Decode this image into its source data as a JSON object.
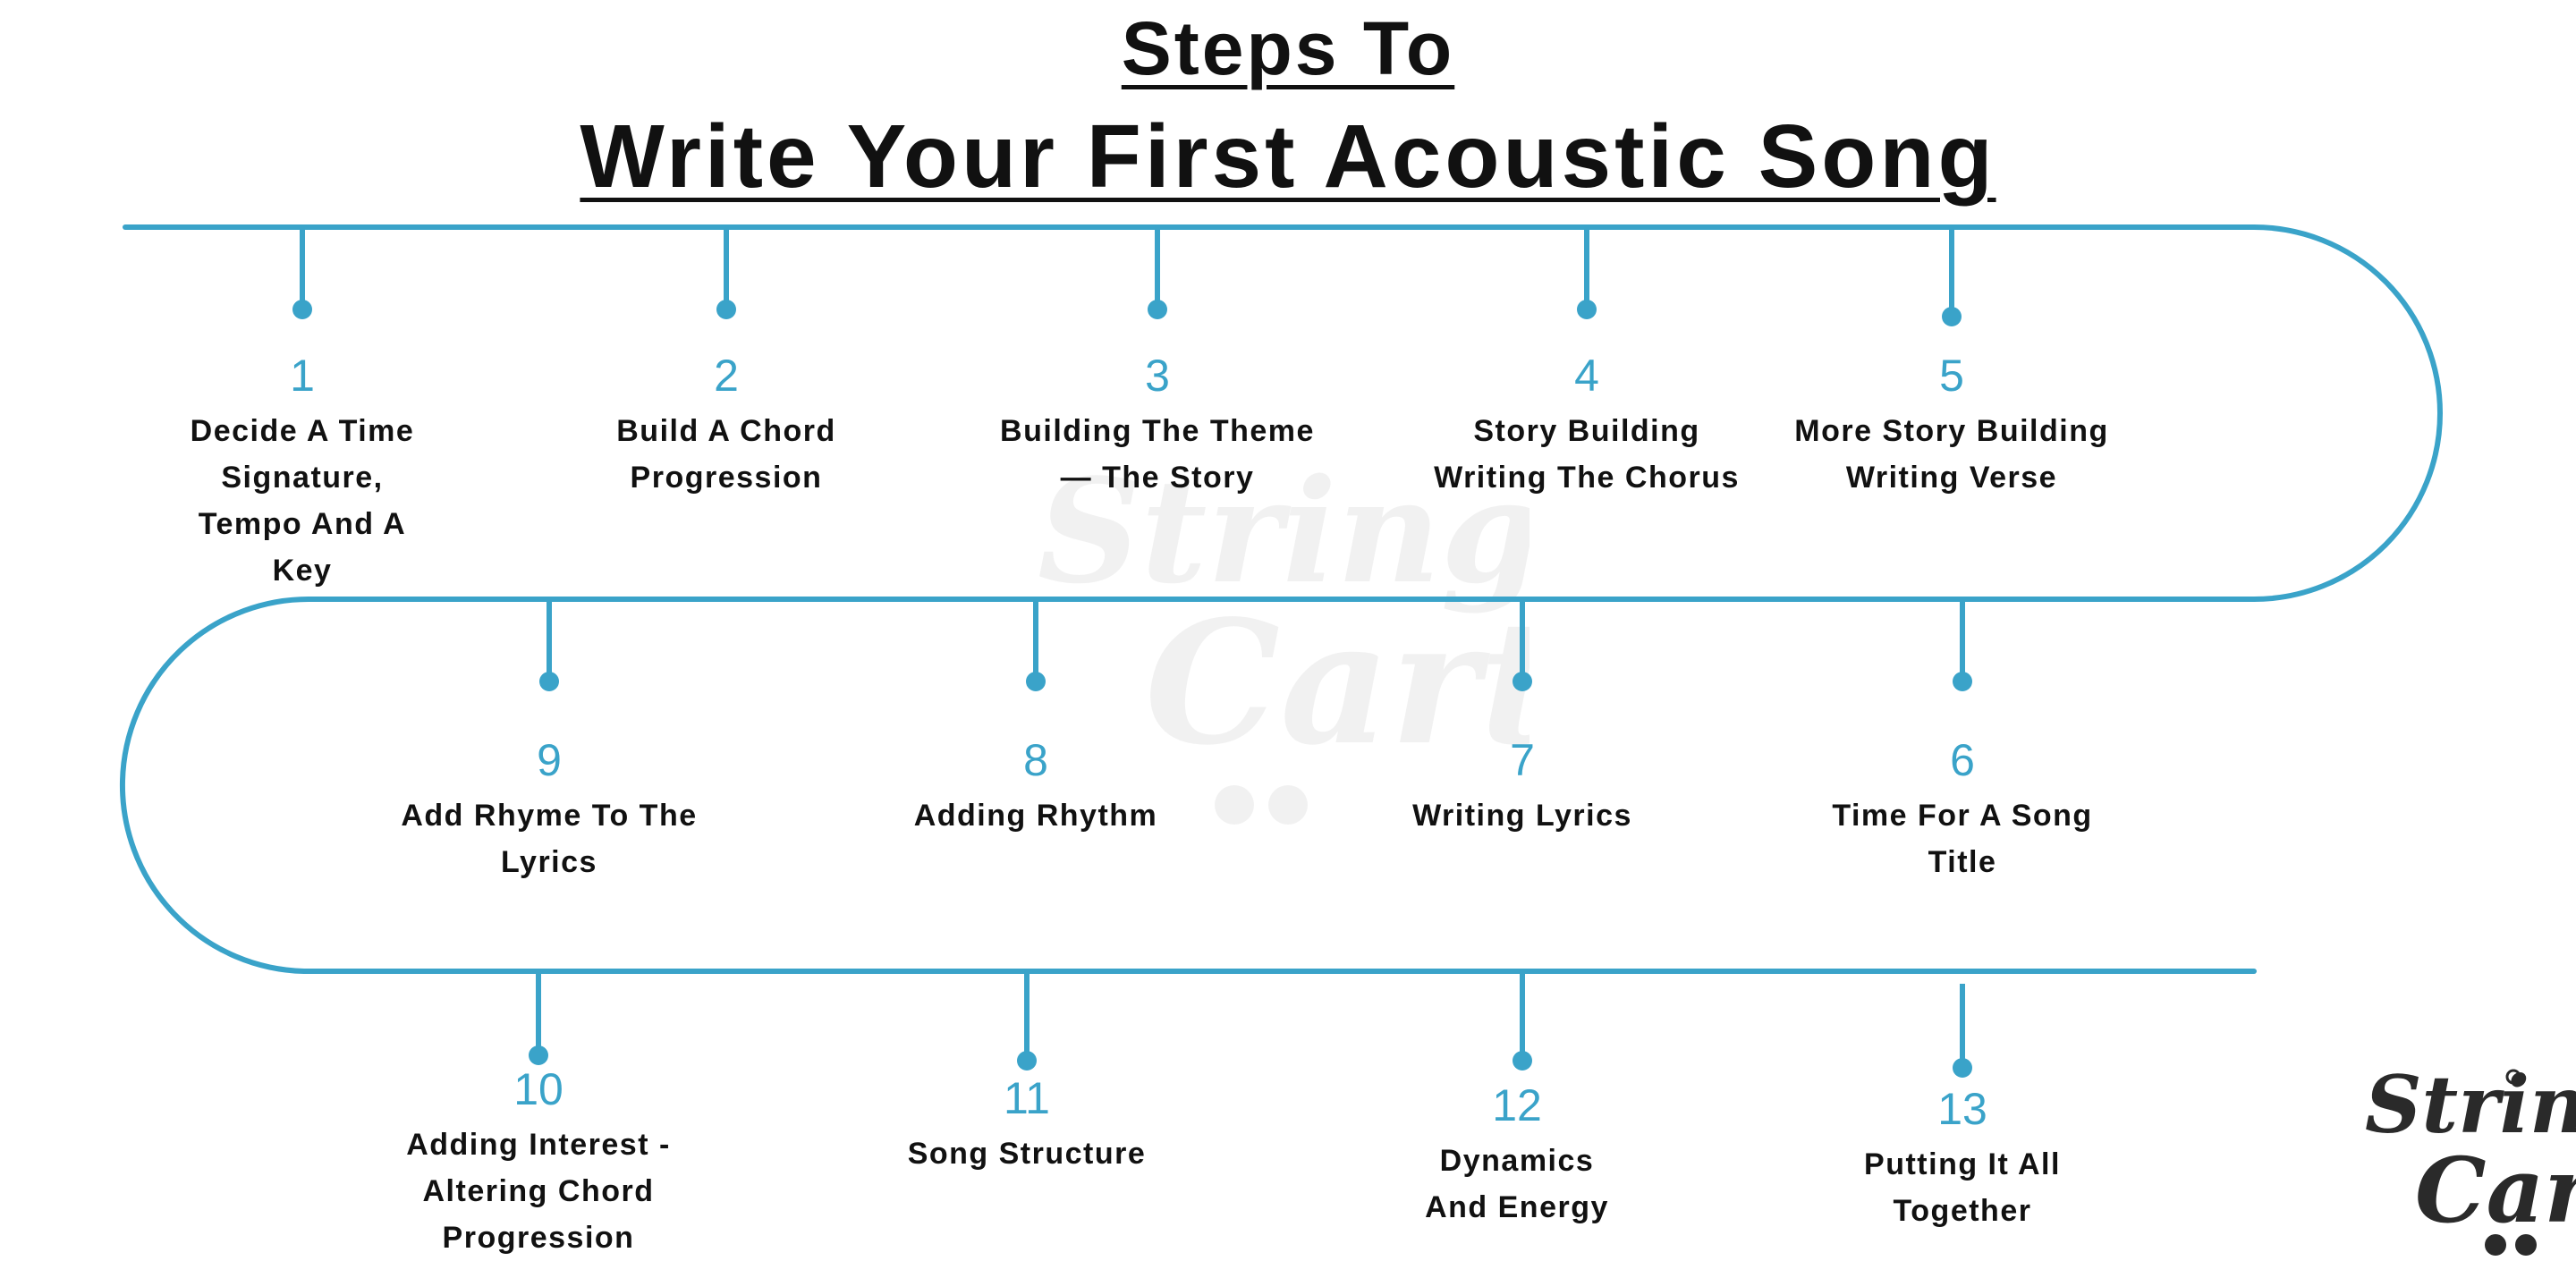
{
  "title": {
    "line1": "Steps To",
    "line2": "Write Your First Acoustic Song"
  },
  "colors": {
    "accent": "#3aa3c9",
    "text": "#111111",
    "logo": "#2a2a2a"
  },
  "steps": [
    {
      "number": "1",
      "label": "Decide A Time Signature, Tempo And A Key"
    },
    {
      "number": "2",
      "label": "Build A Chord Progression"
    },
    {
      "number": "3",
      "label": "Building The Theme — The Story"
    },
    {
      "number": "4",
      "label": "Story Building Writing The Chorus"
    },
    {
      "number": "5",
      "label": "More Story Building Writing Verse"
    },
    {
      "number": "6",
      "label": "Time For A Song Title"
    },
    {
      "number": "7",
      "label": "Writing Lyrics"
    },
    {
      "number": "8",
      "label": "Adding Rhythm"
    },
    {
      "number": "9",
      "label": "Add Rhyme To The Lyrics"
    },
    {
      "number": "10",
      "label": "Adding Interest - Altering Chord Progression"
    },
    {
      "number": "11",
      "label": "Song Structure"
    },
    {
      "number": "12",
      "label": "Dynamics And Energy"
    },
    {
      "number": "13",
      "label": "Putting It All Together"
    }
  ],
  "logo": {
    "word1": "String",
    "word2": "Cart"
  }
}
